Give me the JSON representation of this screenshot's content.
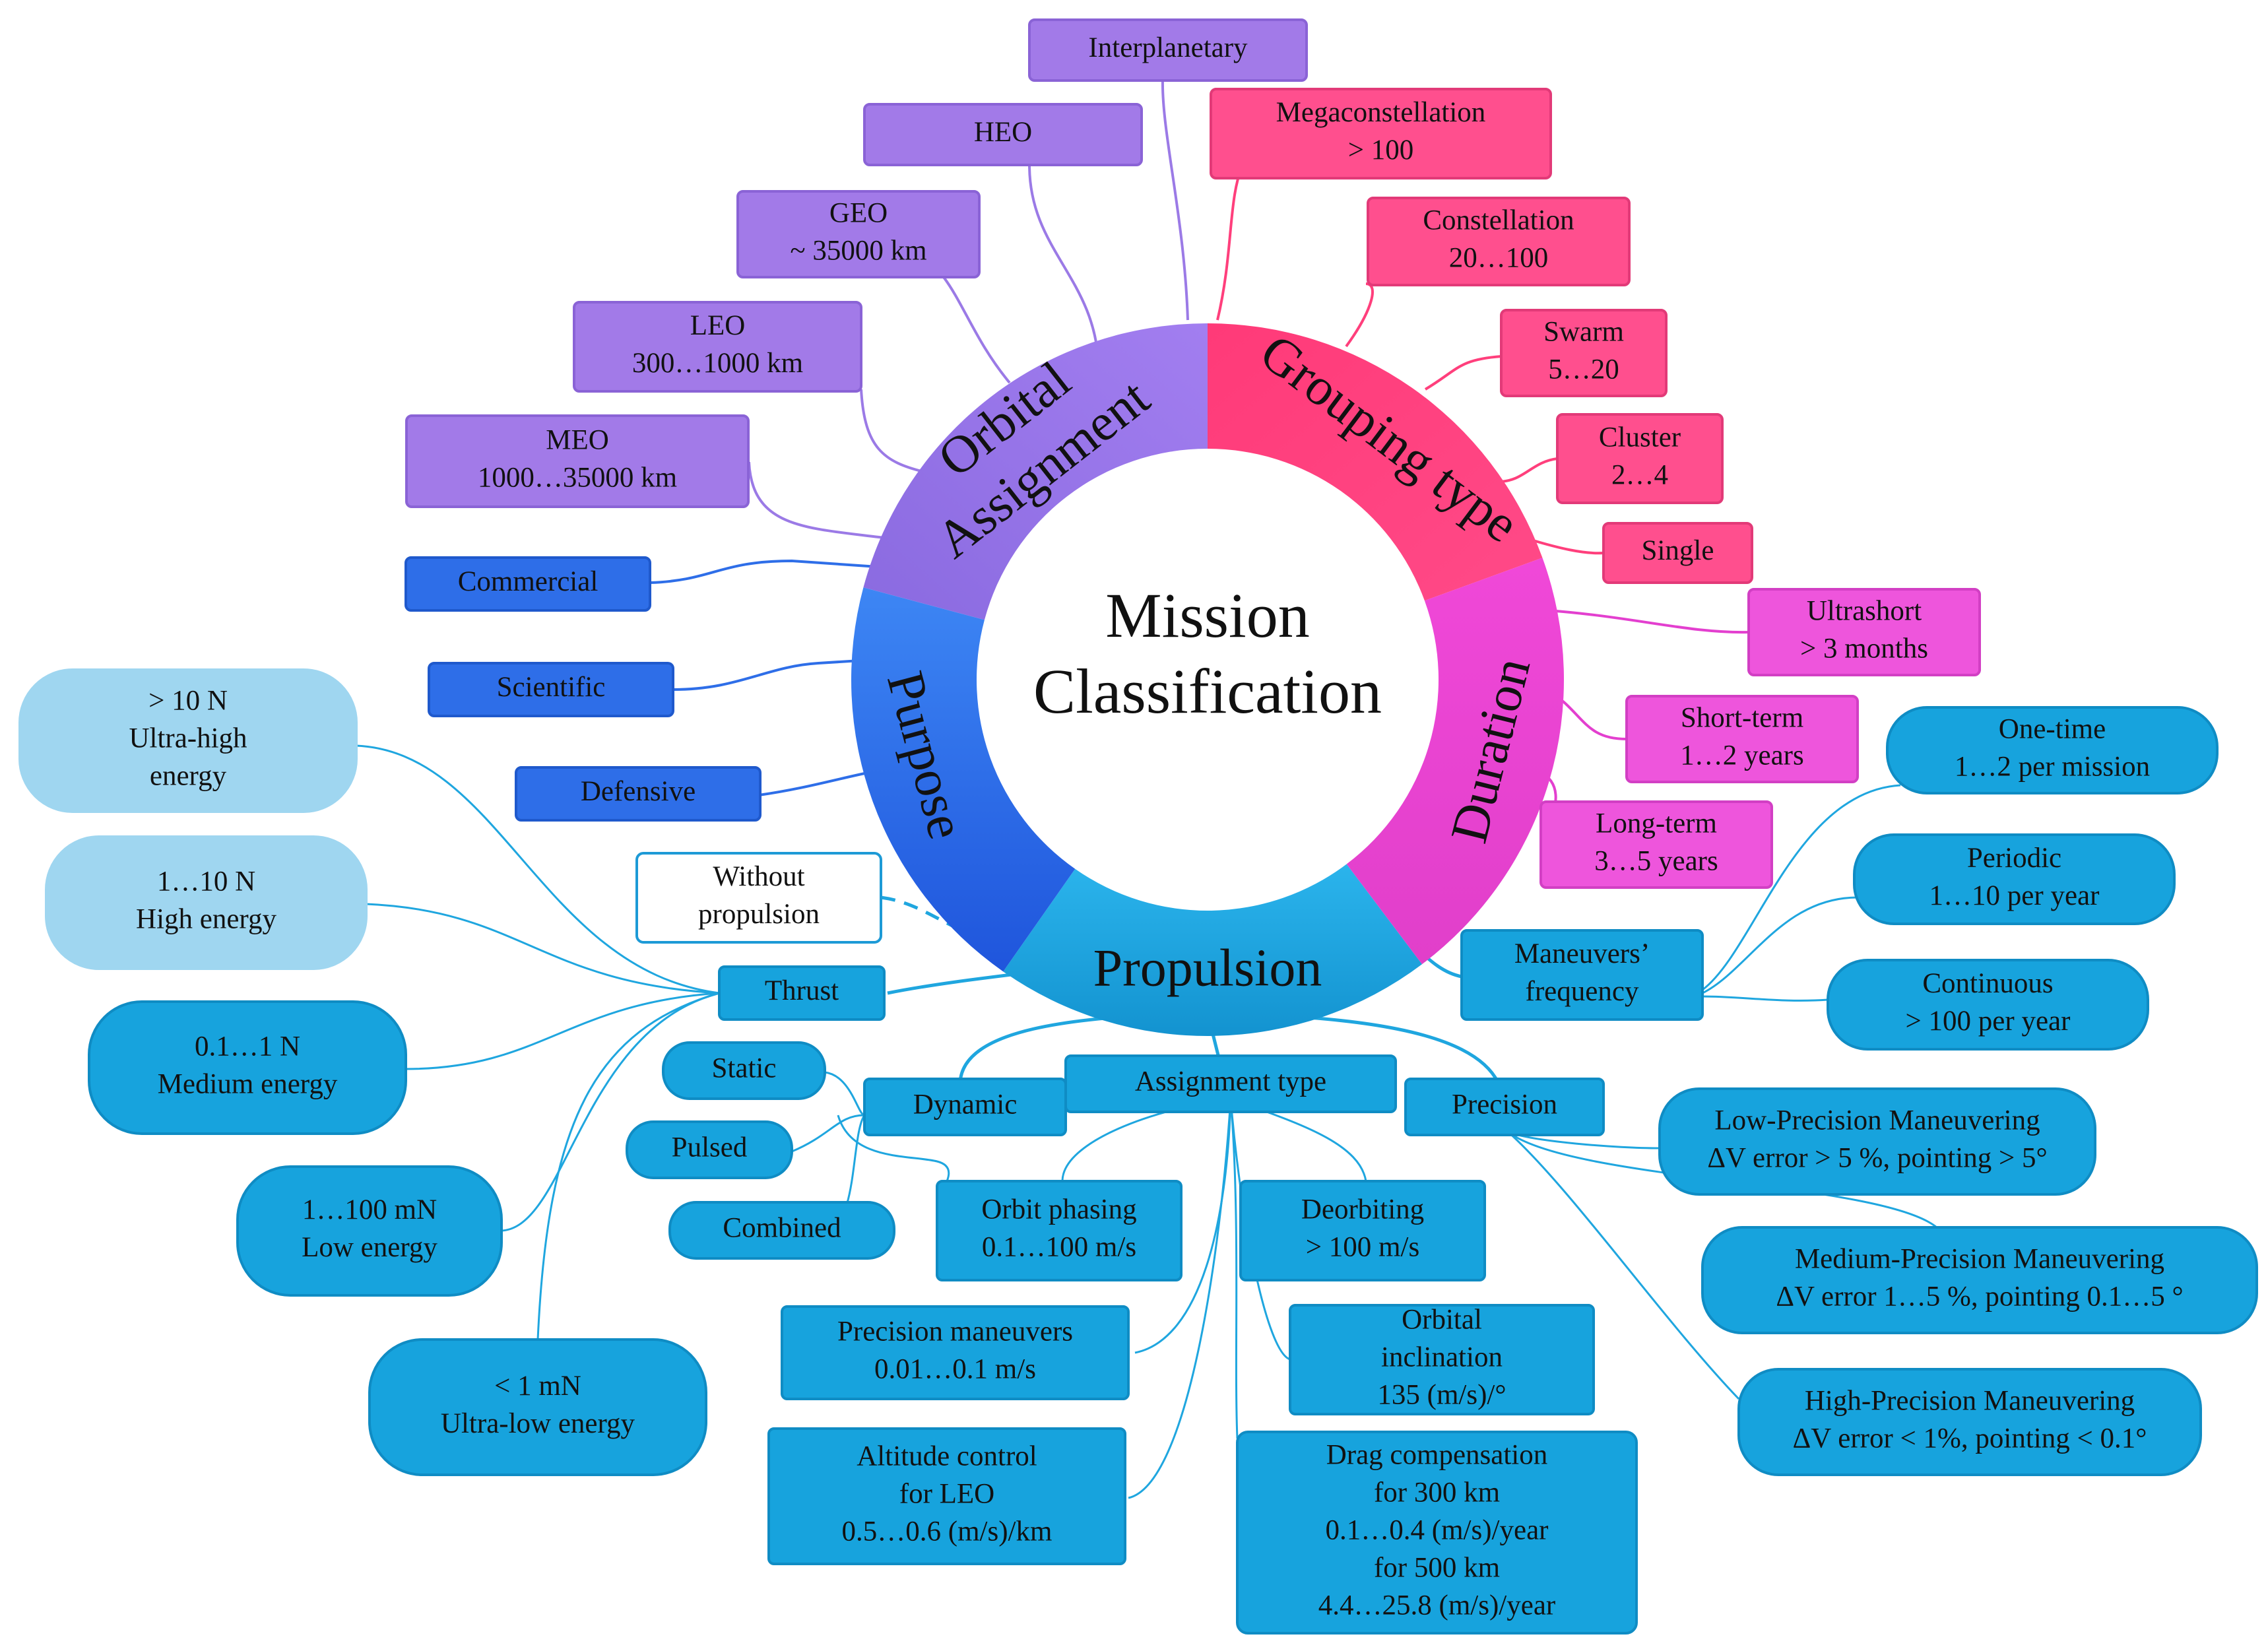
{
  "title_lines": [
    "Mission",
    "Classification"
  ],
  "sectors": [
    {
      "key": "orbital",
      "lines": [
        "Orbital",
        "Assignment"
      ],
      "color": "#9977e0"
    },
    {
      "key": "grouping",
      "lines": [
        "Grouping type"
      ],
      "color": "#ff3f7c"
    },
    {
      "key": "duration",
      "lines": [
        "Duration"
      ],
      "color": "#ee44d2"
    },
    {
      "key": "propulsion",
      "lines": [
        "Propulsion"
      ],
      "color": "#1fa6df"
    },
    {
      "key": "purpose",
      "lines": [
        "Purpose"
      ],
      "color": "#2d6ff0"
    }
  ],
  "nodes": [
    {
      "id": "interplanetary",
      "lines": [
        "Interplanetary"
      ],
      "fill": "#a27ae8",
      "stroke": "#8a63d6",
      "text": "#111"
    },
    {
      "id": "heo",
      "lines": [
        "HEO"
      ],
      "fill": "#a27ae8",
      "stroke": "#8a63d6",
      "text": "#111"
    },
    {
      "id": "geo",
      "lines": [
        "GEO",
        "~ 35000 km"
      ],
      "fill": "#a27ae8",
      "stroke": "#8a63d6",
      "text": "#111"
    },
    {
      "id": "leo",
      "lines": [
        "LEO",
        "300…1000 km"
      ],
      "fill": "#a27ae8",
      "stroke": "#8a63d6",
      "text": "#111"
    },
    {
      "id": "meo",
      "lines": [
        "MEO",
        "1000…35000 km"
      ],
      "fill": "#a27ae8",
      "stroke": "#8a63d6",
      "text": "#111"
    },
    {
      "id": "megaconstellation",
      "lines": [
        "Megaconstellation",
        "> 100"
      ],
      "fill": "#ff4f8e",
      "stroke": "#e23a78",
      "text": "#111"
    },
    {
      "id": "constellation",
      "lines": [
        "Constellation",
        "20…100"
      ],
      "fill": "#ff4f8e",
      "stroke": "#e23a78",
      "text": "#111"
    },
    {
      "id": "swarm",
      "lines": [
        "Swarm",
        "5…20"
      ],
      "fill": "#ff4f8e",
      "stroke": "#e23a78",
      "text": "#111"
    },
    {
      "id": "cluster",
      "lines": [
        "Cluster",
        "2…4"
      ],
      "fill": "#ff4f8e",
      "stroke": "#e23a78",
      "text": "#111"
    },
    {
      "id": "single",
      "lines": [
        "Single"
      ],
      "fill": "#ff4f8e",
      "stroke": "#e23a78",
      "text": "#111"
    },
    {
      "id": "ultrashort",
      "lines": [
        "Ultrashort",
        "> 3 months"
      ],
      "fill": "#ee55dc",
      "stroke": "#d23fc4",
      "text": "#111"
    },
    {
      "id": "short-term",
      "lines": [
        "Short-term",
        "1…2 years"
      ],
      "fill": "#ee55dc",
      "stroke": "#d23fc4",
      "text": "#111"
    },
    {
      "id": "long-term",
      "lines": [
        "Long-term",
        "3…5 years"
      ],
      "fill": "#ee55dc",
      "stroke": "#d23fc4",
      "text": "#111"
    },
    {
      "id": "commercial",
      "lines": [
        "Commercial"
      ],
      "fill": "#2e6ee8",
      "stroke": "#1f59cc",
      "text": "#111"
    },
    {
      "id": "scientific",
      "lines": [
        "Scientific"
      ],
      "fill": "#2e6ee8",
      "stroke": "#1f59cc",
      "text": "#111"
    },
    {
      "id": "defensive",
      "lines": [
        "Defensive"
      ],
      "fill": "#2e6ee8",
      "stroke": "#1f59cc",
      "text": "#111"
    },
    {
      "id": "without-propulsion",
      "lines": [
        "Without",
        "propulsion"
      ],
      "fill": "#ffffff",
      "stroke": "#1d9ad6",
      "text": "#111"
    },
    {
      "id": "thrust",
      "lines": [
        "Thrust"
      ],
      "fill": "#17a3dd",
      "stroke": "#0f8cc4",
      "text": "#111"
    },
    {
      "id": "ultra-high",
      "lines": [
        "> 10 N",
        "Ultra-high",
        "energy"
      ],
      "fill": "#9fd6f0",
      "stroke": "#9fd6f0",
      "text": "#111"
    },
    {
      "id": "high-energy",
      "lines": [
        "1…10 N",
        "High energy"
      ],
      "fill": "#9fd6f0",
      "stroke": "#9fd6f0",
      "text": "#111"
    },
    {
      "id": "medium-energy",
      "lines": [
        "0.1…1 N",
        "Medium energy"
      ],
      "fill": "#17a3dd",
      "stroke": "#0f8cc4",
      "text": "#111"
    },
    {
      "id": "low-energy",
      "lines": [
        "1…100 mN",
        "Low energy"
      ],
      "fill": "#17a3dd",
      "stroke": "#0f8cc4",
      "text": "#111"
    },
    {
      "id": "ultra-low",
      "lines": [
        "< 1 mN",
        "Ultra-low energy"
      ],
      "fill": "#17a3dd",
      "stroke": "#0f8cc4",
      "text": "#111"
    },
    {
      "id": "maneuvers-frequency",
      "lines": [
        "Maneuvers’",
        "frequency"
      ],
      "fill": "#17a3dd",
      "stroke": "#0f8cc4",
      "text": "#111"
    },
    {
      "id": "one-time",
      "lines": [
        "One-time",
        "1…2 per mission"
      ],
      "fill": "#17a3dd",
      "stroke": "#0f8cc4",
      "text": "#111"
    },
    {
      "id": "periodic",
      "lines": [
        "Periodic",
        "1…10 per year"
      ],
      "fill": "#17a3dd",
      "stroke": "#0f8cc4",
      "text": "#111"
    },
    {
      "id": "continuous",
      "lines": [
        "Continuous",
        "> 100 per year"
      ],
      "fill": "#17a3dd",
      "stroke": "#0f8cc4",
      "text": "#111"
    },
    {
      "id": "dynamic",
      "lines": [
        "Dynamic"
      ],
      "fill": "#17a3dd",
      "stroke": "#0f8cc4",
      "text": "#111"
    },
    {
      "id": "assignment-type",
      "lines": [
        "Assignment type"
      ],
      "fill": "#17a3dd",
      "stroke": "#0f8cc4",
      "text": "#111"
    },
    {
      "id": "precision",
      "lines": [
        "Precision"
      ],
      "fill": "#17a3dd",
      "stroke": "#0f8cc4",
      "text": "#111"
    },
    {
      "id": "static",
      "lines": [
        "Static"
      ],
      "fill": "#17a3dd",
      "stroke": "#0f8cc4",
      "text": "#111"
    },
    {
      "id": "pulsed",
      "lines": [
        "Pulsed"
      ],
      "fill": "#17a3dd",
      "stroke": "#0f8cc4",
      "text": "#111"
    },
    {
      "id": "combined",
      "lines": [
        "Combined"
      ],
      "fill": "#17a3dd",
      "stroke": "#0f8cc4",
      "text": "#111"
    },
    {
      "id": "orbit-phasing",
      "lines": [
        "Orbit phasing",
        "0.1…100 m/s"
      ],
      "fill": "#17a3dd",
      "stroke": "#0f8cc4",
      "text": "#111"
    },
    {
      "id": "deorbiting",
      "lines": [
        "Deorbiting",
        "> 100 m/s"
      ],
      "fill": "#17a3dd",
      "stroke": "#0f8cc4",
      "text": "#111"
    },
    {
      "id": "precision-maneuvers",
      "lines": [
        "Precision maneuvers",
        "0.01…0.1 m/s"
      ],
      "fill": "#17a3dd",
      "stroke": "#0f8cc4",
      "text": "#111"
    },
    {
      "id": "orbital-inclination",
      "lines": [
        "Orbital",
        "inclination",
        "135 (m/s)/°"
      ],
      "fill": "#17a3dd",
      "stroke": "#0f8cc4",
      "text": "#111"
    },
    {
      "id": "altitude-control",
      "lines": [
        "Altitude control",
        "for LEO",
        "0.5…0.6 (m/s)/km"
      ],
      "fill": "#17a3dd",
      "stroke": "#0f8cc4",
      "text": "#111"
    },
    {
      "id": "drag-compensation",
      "lines": [
        "Drag compensation",
        "for 300 km",
        "0.1…0.4 (m/s)/year",
        "for 500 km",
        "4.4…25.8 (m/s)/year"
      ],
      "fill": "#17a3dd",
      "stroke": "#0f8cc4",
      "text": "#111"
    },
    {
      "id": "low-precision",
      "lines": [
        "Low-Precision Maneuvering",
        "ΔV error > 5 %, pointing > 5°"
      ],
      "fill": "#17a3dd",
      "stroke": "#0f8cc4",
      "text": "#111"
    },
    {
      "id": "medium-precision",
      "lines": [
        "Medium-Precision Maneuvering",
        "ΔV error 1…5 %, pointing 0.1…5 °"
      ],
      "fill": "#17a3dd",
      "stroke": "#0f8cc4",
      "text": "#111"
    },
    {
      "id": "high-precision",
      "lines": [
        "High-Precision Maneuvering",
        "ΔV error < 1%, pointing < 0.1°"
      ],
      "fill": "#17a3dd",
      "stroke": "#0f8cc4",
      "text": "#111"
    }
  ],
  "colors": {
    "purple_line": "#9b7ae6",
    "pink_line": "#ff3f7c",
    "magenta_line": "#e33fcf",
    "blue_line": "#2e6ee8",
    "cyan_line": "#1fa6df"
  }
}
